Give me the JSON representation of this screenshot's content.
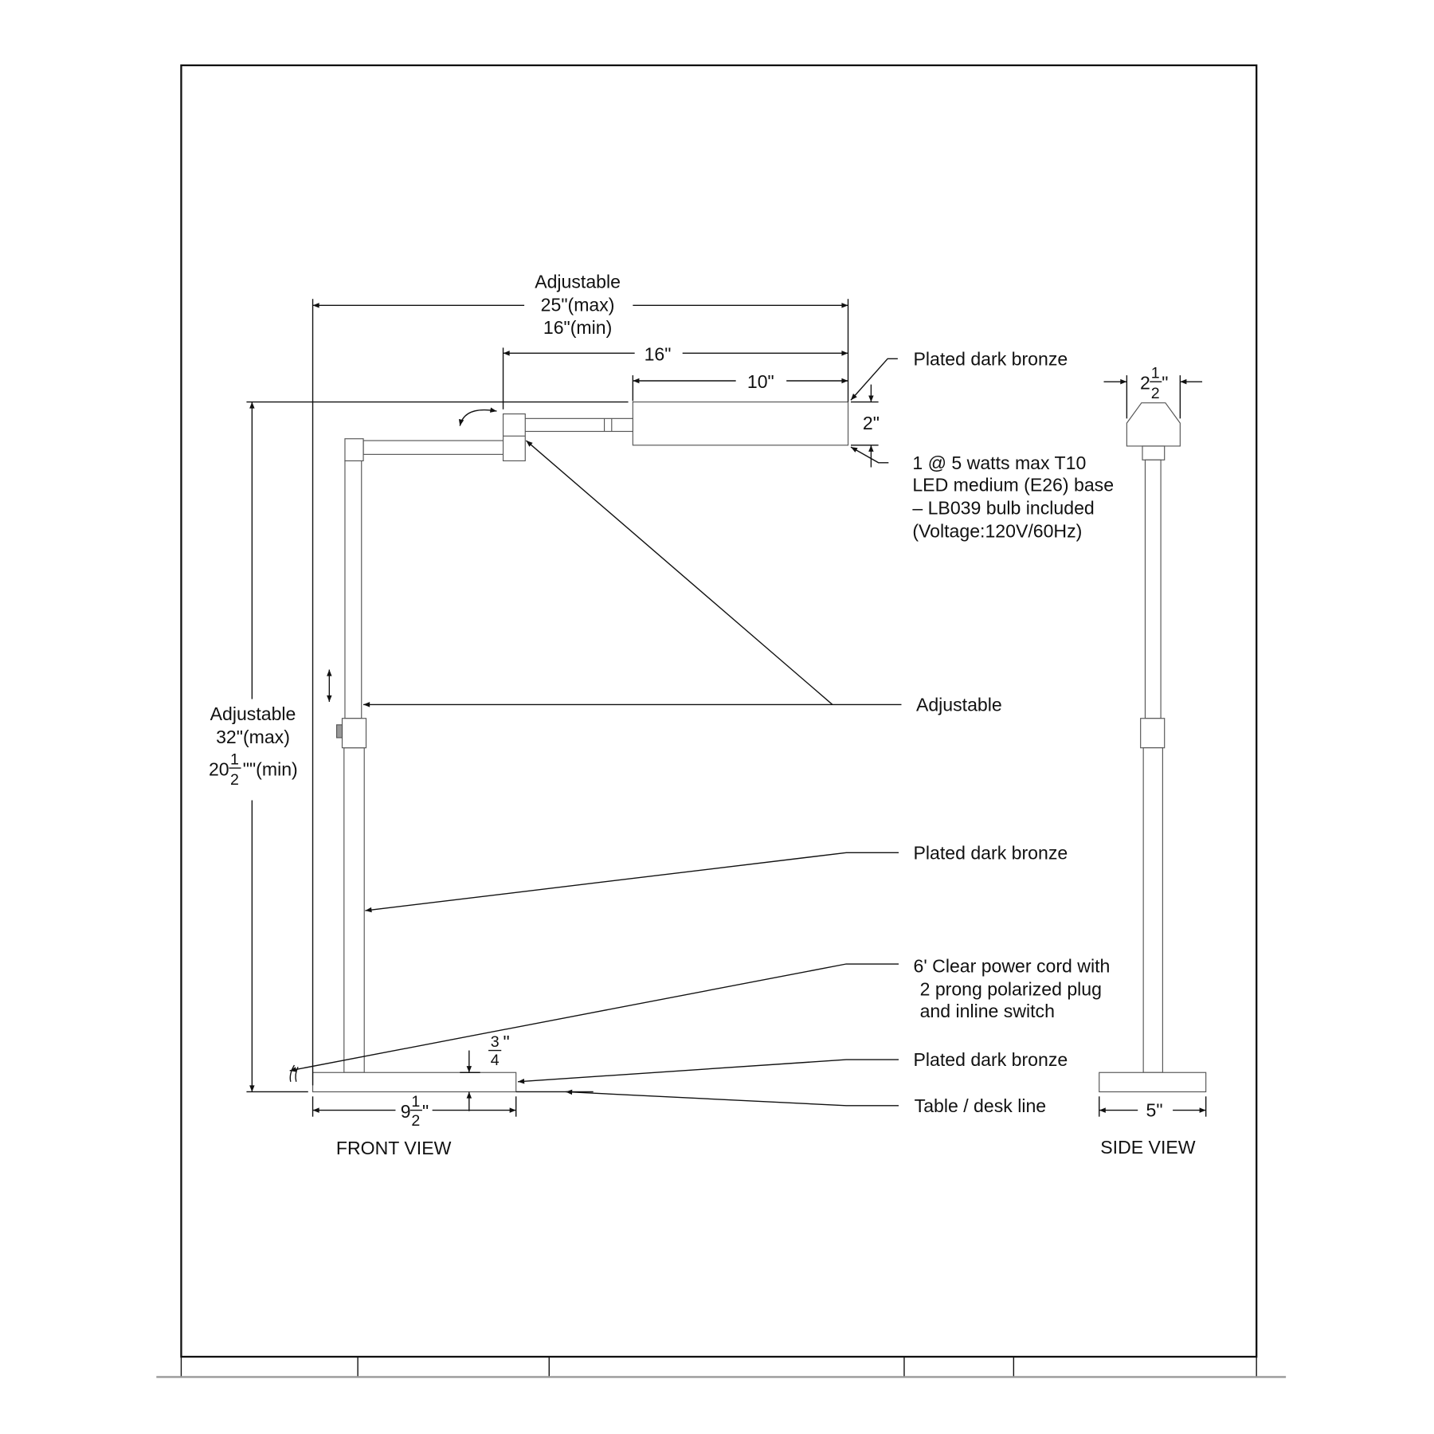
{
  "views": {
    "front": "FRONT VIEW",
    "side": "SIDE VIEW"
  },
  "dimensions": {
    "reach_label": "Adjustable",
    "reach_max": "25\"(max)",
    "reach_min": "16\"(min)",
    "arm": "16\"",
    "head_length": "10\"",
    "head_height": "2\"",
    "height_label": "Adjustable",
    "height_max": "32\"(max)",
    "height_min_whole": "20",
    "height_min_num": "1",
    "height_min_den": "2",
    "height_min_suffix": "\"\"(min)",
    "base_thick_num": "3",
    "base_thick_den": "4",
    "base_thick_unit": "\"",
    "base_width_whole": "9",
    "base_width_num": "1",
    "base_width_den": "2",
    "base_width_unit": "\"",
    "side_head_whole": "2",
    "side_head_num": "1",
    "side_head_den": "2",
    "side_head_unit": "\"",
    "side_base": "5\""
  },
  "callouts": {
    "head_finish": "Plated dark bronze",
    "bulb_1": "1 @ 5 watts max T10",
    "bulb_2": "LED medium (E26) base",
    "bulb_3": "– LB039 bulb included",
    "bulb_4": "(Voltage:120V/60Hz)",
    "adjustable": "Adjustable",
    "stem_finish": "Plated dark bronze",
    "cord_1": "6' Clear power cord with",
    "cord_2": "2 prong polarized plug",
    "cord_3": "and inline switch",
    "base_finish": "Plated dark bronze",
    "table_line": "Table / desk line"
  }
}
